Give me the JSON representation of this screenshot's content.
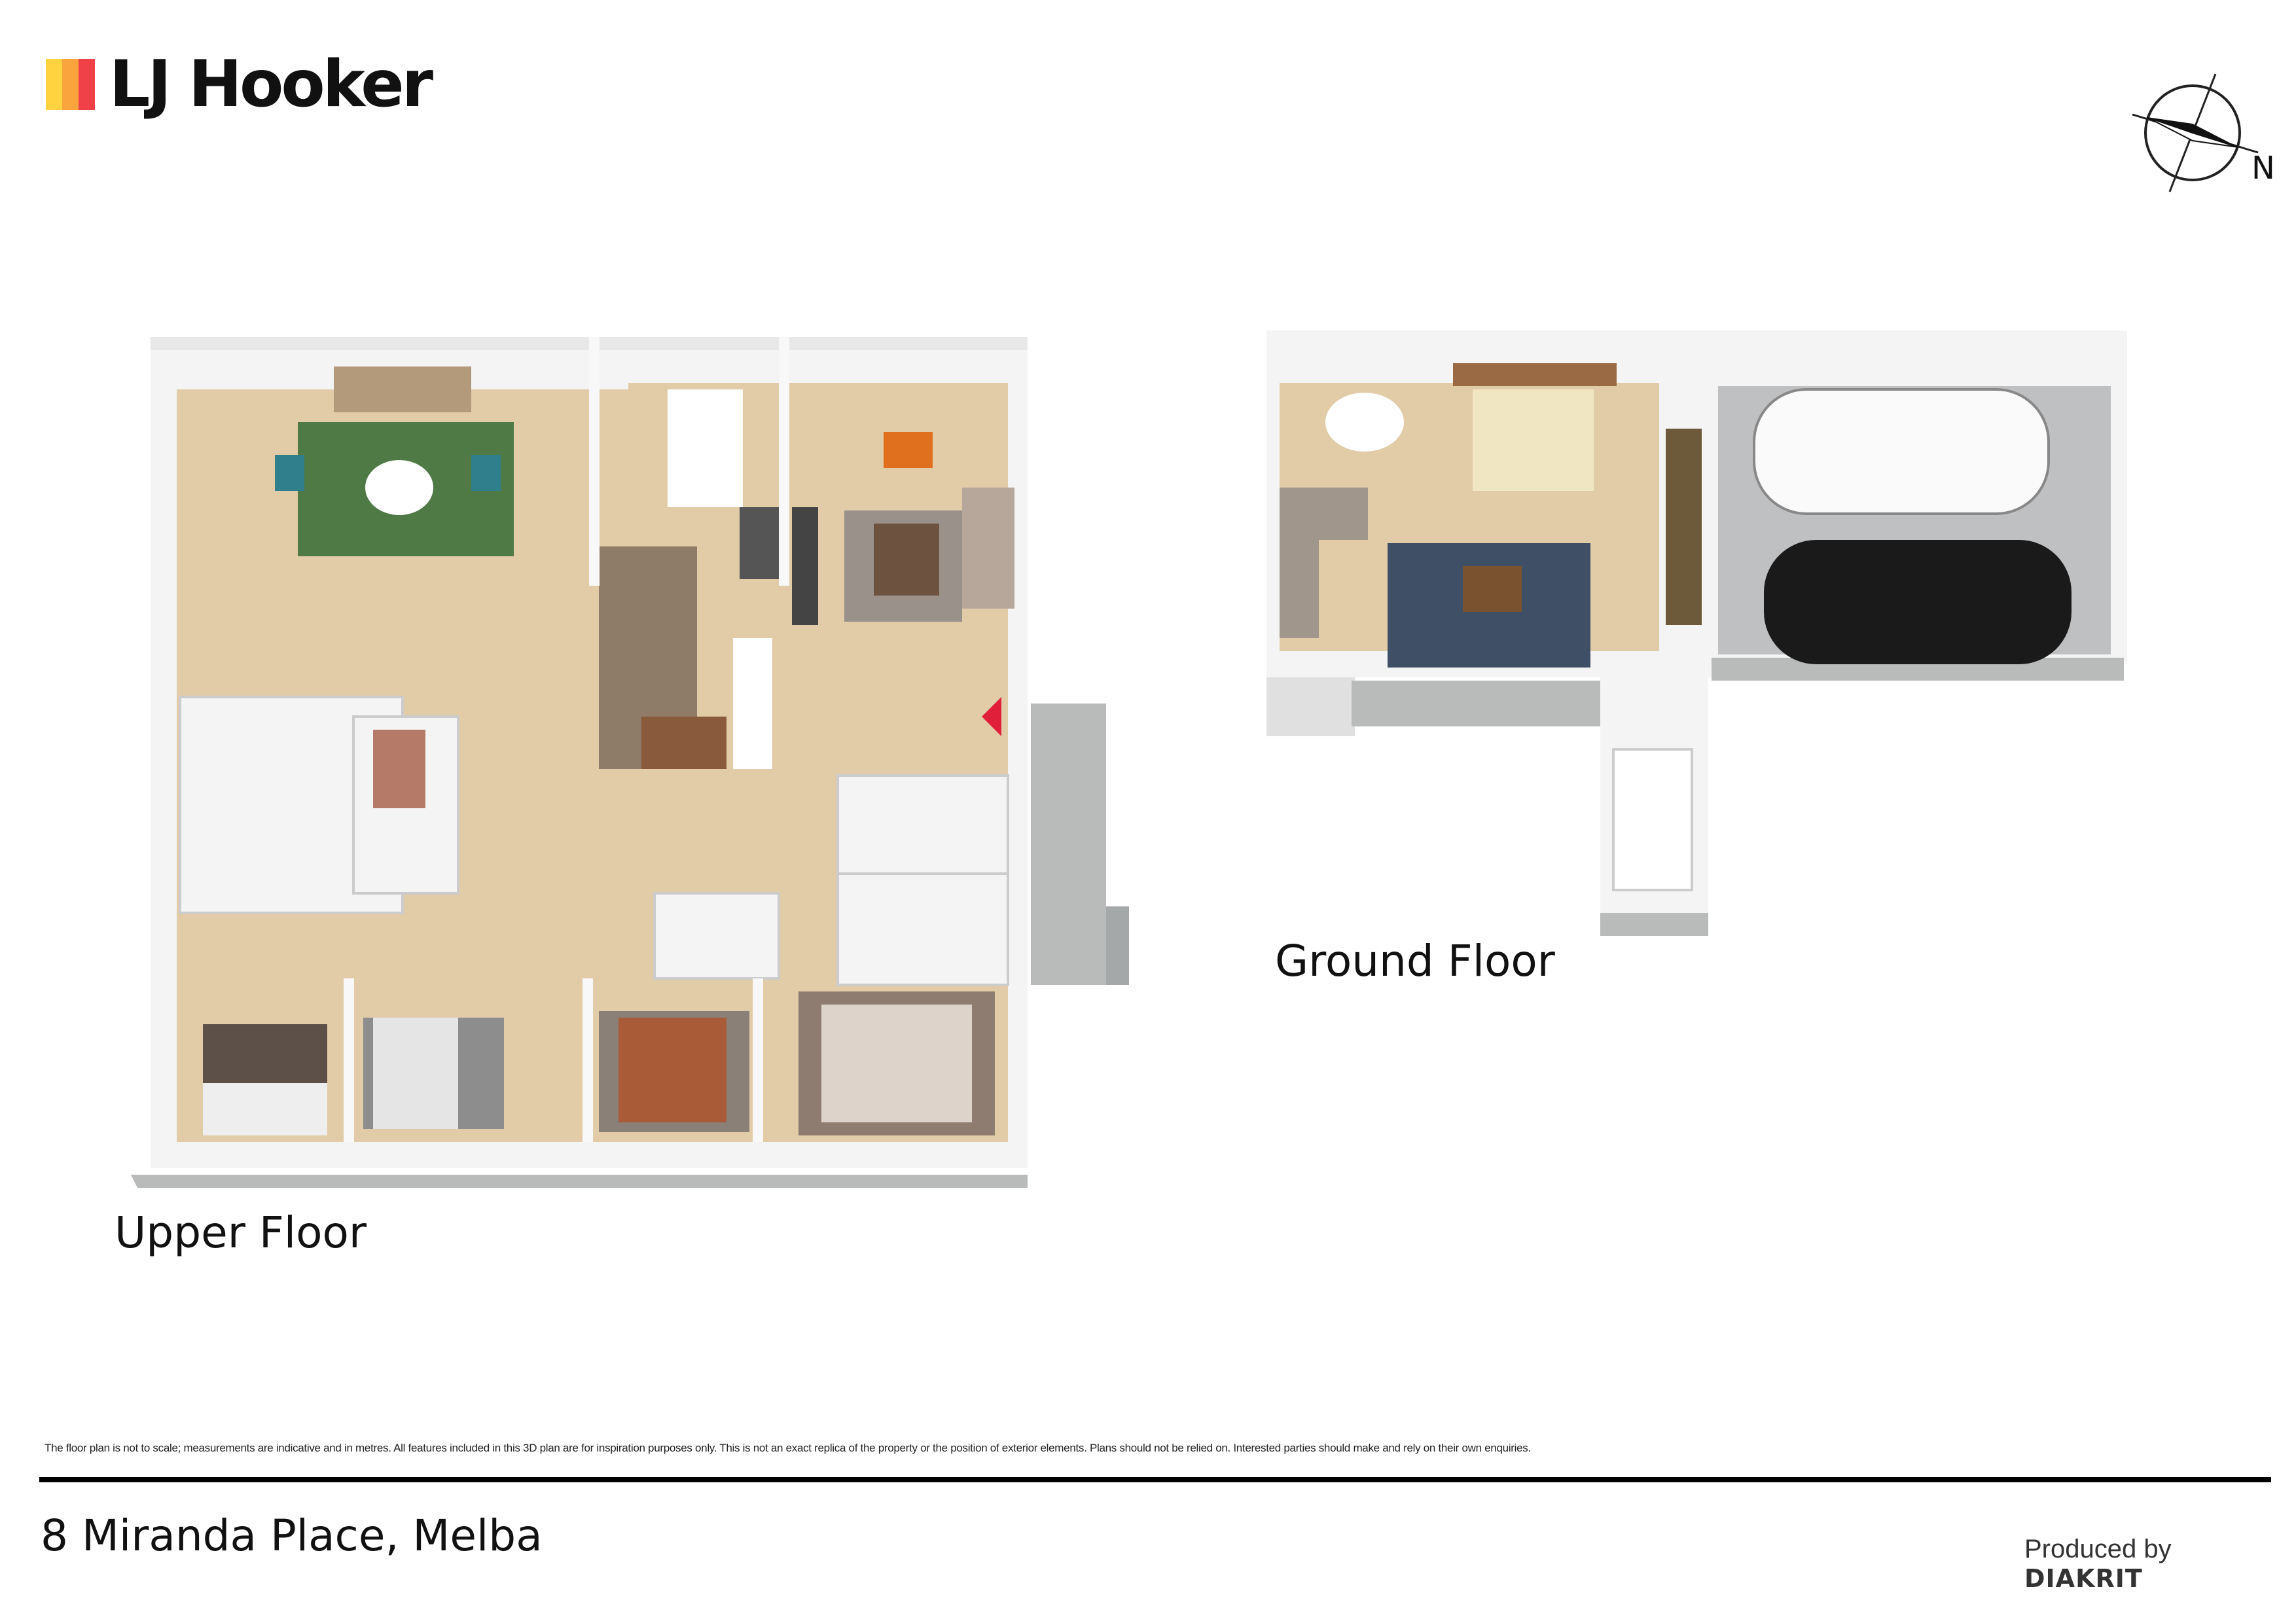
{
  "brand": {
    "name": "LJ Hooker",
    "colors": [
      "#FFD23F",
      "#F9A43D",
      "#F04048"
    ]
  },
  "compass": {
    "label": "N",
    "icon": "north-arrow-icon"
  },
  "floors": [
    {
      "label": "Upper Floor"
    },
    {
      "label": "Ground Floor"
    }
  ],
  "colors": {
    "floor": "#E2CBA7",
    "wall": "#F4F4F4",
    "wall_shadow": "#B8BBBA",
    "garage": "#BFC0C2",
    "entry_marker": "#E0203A"
  },
  "disclaimer": "The floor plan is not to scale; measurements are indicative and in metres. All features included in this 3D plan are for inspiration purposes only. This is not an exact replica of the property or the position of exterior elements. Plans should not be relied on. Interested parties should make and rely on their own enquiries.",
  "footer": {
    "address": "8 Miranda Place, Melba",
    "produced_by": "Produced by",
    "producer": "DIAKRIT"
  }
}
